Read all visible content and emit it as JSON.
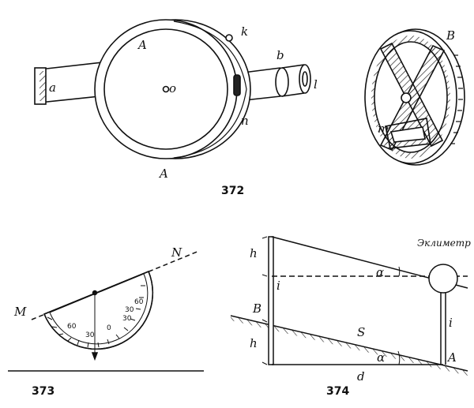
{
  "figures": [
    {
      "caption": "372",
      "labels": {
        "a": "a",
        "A_top": "A",
        "A_bottom": "A",
        "o": "o",
        "k": "k",
        "b": "b",
        "l": "l",
        "n": "n",
        "B": "B",
        "m": "m"
      }
    },
    {
      "caption": "373",
      "labels": {
        "M": "M",
        "N": "N"
      },
      "scale_numbers": [
        "60",
        "30",
        "0",
        "30",
        "60",
        "30"
      ]
    },
    {
      "caption": "374",
      "labels": {
        "h_top": "h",
        "i_left": "i",
        "alpha_top": "α",
        "eklimetr": "Эклиметр",
        "B": "B",
        "i_right": "i",
        "h": "h",
        "S": "S",
        "alpha_bottom": "α",
        "d": "d",
        "A": "A"
      }
    }
  ]
}
